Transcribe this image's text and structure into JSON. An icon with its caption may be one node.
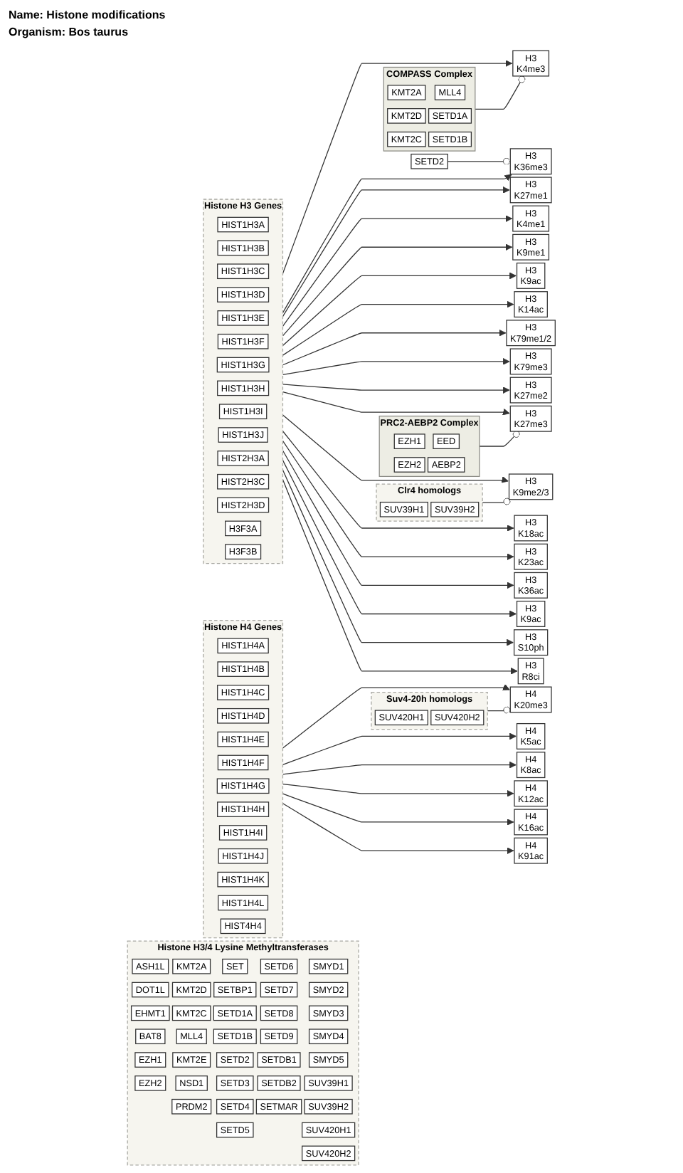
{
  "diagram": {
    "title": "Name: Histone modifications",
    "nodes": [
      {
        "text": [
          "COMPASS Complex"
        ]
      },
      {
        "text": [
          "KMT2A"
        ],
        "in": 0
      },
      {
        "text": [
          "MLL4"
        ],
        "in": 0
      },
      {
        "text": [
          "KMT2D"
        ],
        "in": 0
      },
      {
        "text": [
          "SETD1A"
        ],
        "in": 0
      },
      {
        "text": [
          "KMT2C"
        ],
        "in": 0
      },
      {
        "text": [
          "SETD1B"
        ],
        "in": 0
      },
      {
        "text": [
          "SETD2"
        ]
      },
      {
        "text": [
          "Histone H3 Genes"
        ]
      },
      {
        "text": [
          "HIST1H3A"
        ],
        "in": 8
      },
      {
        "text": [
          "HIST1H3F"
        ],
        "in": 8
      },
      {
        "text": [
          "HIST2H3A"
        ],
        "in": 8
      },
      {
        "text": [
          "H3F3A"
        ],
        "in": 8
      },
      {
        "text": [
          "HIST1H3B"
        ],
        "in": 8
      },
      {
        "text": [
          "HIST1H3G"
        ],
        "in": 8
      },
      {
        "text": [
          "HIST2H3C"
        ],
        "in": 8
      },
      {
        "text": [
          "H3F3B"
        ],
        "in": 8
      },
      {
        "text": [
          "HIST1H3C"
        ],
        "in": 8
      },
      {
        "text": [
          "HIST1H3H"
        ],
        "in": 8
      },
      {
        "text": [
          "HIST2H3D"
        ],
        "in": 8
      },
      {
        "text": [
          "HIST1H3D"
        ],
        "in": 8
      },
      {
        "text": [
          "HIST1H3I"
        ],
        "in": 8
      },
      {
        "text": [
          "HIST1H3E"
        ],
        "in": 8
      },
      {
        "text": [
          "HIST1H3J"
        ],
        "in": 8
      },
      {
        "text": [
          "Histone H3/4 Lysine Methyltransferases"
        ]
      },
      {
        "text": [
          "ASH1L"
        ],
        "in": 24
      },
      {
        "text": [
          "KMT2A"
        ],
        "in": 24
      },
      {
        "text": [
          "SET"
        ],
        "in": 24
      },
      {
        "text": [
          "SETD6"
        ],
        "in": 24
      },
      {
        "text": [
          "SMYD1"
        ],
        "in": 24
      },
      {
        "text": [
          "DOT1L"
        ],
        "in": 24
      },
      {
        "text": [
          "KMT2D"
        ],
        "in": 24
      },
      {
        "text": [
          "SETBP1"
        ],
        "in": 24
      },
      {
        "text": [
          "SETD7"
        ],
        "in": 24
      },
      {
        "text": [
          "SMYD2"
        ],
        "in": 24
      },
      {
        "text": [
          "EHMT1"
        ],
        "in": 24
      },
      {
        "text": [
          "KMT2C"
        ],
        "in": 24
      },
      {
        "text": [
          "SETD1A"
        ],
        "in": 24
      },
      {
        "text": [
          "SETD8"
        ],
        "in": 24
      },
      {
        "text": [
          "SMYD3"
        ],
        "in": 24
      },
      {
        "text": [
          "BAT8"
        ],
        "in": 24
      },
      {
        "text": [
          "MLL4"
        ],
        "in": 24
      },
      {
        "text": [
          "SETD1B"
        ],
        "in": 24
      },
      {
        "text": [
          "SETD9"
        ],
        "in": 24
      },
      {
        "text": [
          "SMYD4"
        ],
        "in": 24
      },
      {
        "text": [
          "EZH1"
        ],
        "in": 24
      },
      {
        "text": [
          "KMT2E"
        ],
        "in": 24
      },
      {
        "text": [
          "SETD2"
        ],
        "in": 24
      },
      {
        "text": [
          "SETDB1"
        ],
        "in": 24
      },
      {
        "text": [
          "SMYD5"
        ],
        "in": 24
      },
      {
        "text": [
          "EZH2"
        ],
        "in": 24
      },
      {
        "text": [
          "NSD1"
        ],
        "in": 24
      },
      {
        "text": [
          "SETD3"
        ],
        "in": 24
      },
      {
        "text": [
          "SETDB2"
        ],
        "in": 24
      },
      {
        "text": [
          "SUV39H1"
        ],
        "in": 24
      },
      {
        "text": [
          "PRDM2"
        ],
        "in": 24
      },
      {
        "text": [
          "SETD4"
        ],
        "in": 24
      },
      {
        "text": [
          "SETMAR"
        ],
        "in": 24
      },
      {
        "text": [
          "SUV39H2"
        ],
        "in": 24
      },
      {
        "text": [
          "SETD5"
        ],
        "in": 24
      },
      {
        "text": [
          "SUV420H1"
        ],
        "in": 24
      },
      {
        "text": [
          "SUV420H2"
        ],
        "in": 24
      },
      {
        "text": [
          "PRC2-AEBP2 Complex"
        ]
      },
      {
        "text": [
          "EZH1"
        ],
        "in": 62
      },
      {
        "text": [
          "EED"
        ],
        "in": 62
      },
      {
        "text": [
          "EZH2"
        ],
        "in": 62
      },
      {
        "text": [
          "AEBP2"
        ],
        "in": 62
      },
      {
        "text": [
          "Clr4 homologs"
        ]
      },
      {
        "text": [
          "SUV39H1"
        ],
        "in": 67
      },
      {
        "text": [
          "SUV39H2"
        ],
        "in": 67
      },
      {
        "text": [
          "H3",
          "K4me3"
        ]
      },
      {
        "text": [
          "H3",
          "K36me3"
        ]
      },
      {
        "text": [
          "H3",
          "K27me1"
        ]
      },
      {
        "text": [
          "H3",
          "K4me1"
        ]
      },
      {
        "text": [
          "H3",
          "K9me1"
        ]
      },
      {
        "text": [
          "H3",
          "K9ac"
        ]
      },
      {
        "text": [
          "H3",
          "K14ac"
        ]
      },
      {
        "text": [
          "H3",
          "K79me1/2"
        ]
      },
      {
        "text": [
          "H3",
          "K79me3"
        ]
      },
      {
        "text": [
          "H3",
          "K27me2"
        ]
      },
      {
        "text": [
          "H3",
          "K27me3"
        ]
      },
      {
        "text": [
          "H3",
          "K9me2/3"
        ]
      },
      {
        "text": [
          "H3",
          "K18ac"
        ]
      },
      {
        "text": [
          "H3",
          "K23ac"
        ]
      },
      {
        "text": [
          "H3",
          "K36ac"
        ]
      },
      {
        "text": [
          "H3",
          "K9ac"
        ]
      },
      {
        "text": [
          "H3",
          "S10ph"
        ]
      },
      {
        "text": [
          "H3",
          "R8ci"
        ]
      },
      {
        "text": [
          "Suv4-20h homologs"
        ]
      },
      {
        "text": [
          "SUV420H1"
        ],
        "in": 88
      },
      {
        "text": [
          "SUV420H2"
        ],
        "in": 88
      },
      {
        "text": [
          "Histone H4 Genes"
        ]
      },
      {
        "text": [
          "HIST1H4A"
        ],
        "in": 91
      },
      {
        "text": [
          "HIST1H4E"
        ],
        "in": 91
      },
      {
        "text": [
          "HIST1H4I"
        ],
        "in": 91
      },
      {
        "text": [
          "HIST1H4B"
        ],
        "in": 91
      },
      {
        "text": [
          "HIST1H4F"
        ],
        "in": 91
      },
      {
        "text": [
          "HIST1H4J"
        ],
        "in": 91
      },
      {
        "text": [
          "HIST1H4C"
        ],
        "in": 91
      },
      {
        "text": [
          "HIST1H4G"
        ],
        "in": 91
      },
      {
        "text": [
          "HIST1H4K"
        ],
        "in": 91
      },
      {
        "text": [
          "HIST1H4D"
        ],
        "in": 91
      },
      {
        "text": [
          "HIST1H4H"
        ],
        "in": 91
      },
      {
        "text": [
          "HIST1H4L"
        ],
        "in": 91
      },
      {
        "text": [
          "HIST4H4"
        ],
        "in": 91
      },
      {
        "text": [
          "H4",
          "K20me3"
        ]
      },
      {
        "text": [
          "H4",
          "K5ac"
        ]
      },
      {
        "text": [
          "H4",
          "K8ac"
        ]
      },
      {
        "text": [
          "H4",
          "K12ac"
        ]
      },
      {
        "text": [
          "H4",
          "K16ac"
        ]
      },
      {
        "text": [
          "H4",
          "K91ac"
        ]
      }
    ],
    "edges": [
      {
        "from": 8,
        "to": 70,
        "arrow": "to"
      },
      {
        "from": 8,
        "to": 71,
        "arrow": "to"
      },
      {
        "from": 8,
        "to": 72,
        "arrow": "to"
      },
      {
        "from": 8,
        "to": 73,
        "arrow": "to"
      },
      {
        "from": 8,
        "to": 74,
        "arrow": "to"
      },
      {
        "from": 8,
        "to": 75,
        "arrow": "to"
      },
      {
        "from": 8,
        "to": 76,
        "arrow": "to"
      },
      {
        "from": 8,
        "to": 77,
        "arrow": "to"
      },
      {
        "from": 8,
        "to": 78,
        "arrow": "to"
      },
      {
        "from": 8,
        "to": 79,
        "arrow": "to"
      },
      {
        "from": 8,
        "to": 80,
        "arrow": "to"
      },
      {
        "from": 8,
        "to": 81,
        "arrow": "to"
      },
      {
        "from": 8,
        "to": 82,
        "arrow": "to"
      },
      {
        "from": 8,
        "to": 83,
        "arrow": "to"
      },
      {
        "from": 8,
        "to": 84,
        "arrow": "to"
      },
      {
        "from": 8,
        "to": 85,
        "arrow": "to"
      },
      {
        "from": 8,
        "to": 86,
        "arrow": "to"
      },
      {
        "from": 8,
        "to": 87,
        "arrow": "to"
      },
      {
        "from": 91,
        "to": 105,
        "arrow": "to"
      },
      {
        "from": 91,
        "to": 106,
        "arrow": "to"
      },
      {
        "from": 91,
        "to": 107,
        "arrow": "to"
      },
      {
        "from": 91,
        "to": 108,
        "arrow": "to"
      },
      {
        "from": 91,
        "to": 109,
        "arrow": "to"
      },
      {
        "from": 91,
        "to": 110,
        "arrow": "to"
      },
      {
        "from": 0,
        "to": 70,
        "arrow": "other"
      },
      {
        "from": 7,
        "to": 71,
        "arrow": "other"
      },
      {
        "from": 62,
        "to": 80,
        "arrow": "other"
      },
      {
        "from": 67,
        "to": 81,
        "arrow": "other"
      },
      {
        "from": 88,
        "to": 105,
        "arrow": "other"
      }
    ],
    "labels": [
      "Organism: Bos taurus"
    ]
  }
}
